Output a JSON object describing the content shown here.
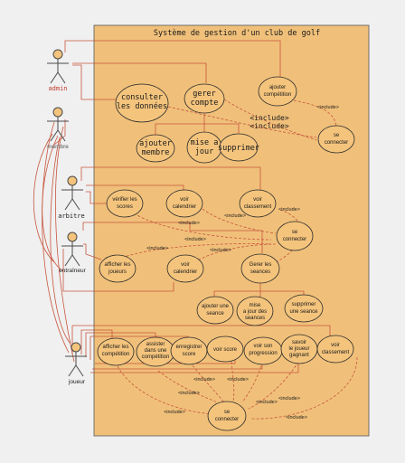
{
  "system": {
    "title": "Système de gestion d'un club de golf"
  },
  "actors": [
    {
      "id": "admin",
      "label": "admin",
      "color": "#c0392b"
    },
    {
      "id": "membre",
      "label": "membre",
      "color": "#555555"
    },
    {
      "id": "arbitre",
      "label": "arbitre",
      "color": "#1a1a1a"
    },
    {
      "id": "entraineur",
      "label": "entraîneur",
      "color": "#1a1a1a"
    },
    {
      "id": "joueur",
      "label": "joueur",
      "color": "#1a1a1a"
    }
  ],
  "use_cases": {
    "consulter_donnees": [
      "consulter",
      "les données"
    ],
    "gerer_compte": [
      "gerer",
      "compte"
    ],
    "ajouter_competition": [
      "ajouter",
      "compétition"
    ],
    "se_connecter_admin": [
      "se",
      "connecter"
    ],
    "ajouter_membre": [
      "ajouter",
      "membre"
    ],
    "mise_a_jour": [
      "mise a",
      "jour"
    ],
    "supprimer": [
      "supprimer"
    ],
    "verifier_scores": [
      "vérifier les",
      "scores"
    ],
    "voir_calendrier_arbitre": [
      "voir",
      "calendrier"
    ],
    "voir_classement_arbitre": [
      "voir",
      "classement"
    ],
    "se_connecter_mid": [
      "se",
      "connecter"
    ],
    "afficher_joueurs": [
      "afficher les",
      "joueurs"
    ],
    "voir_calendrier_entraineur": [
      "voir",
      "calendrier"
    ],
    "gerer_seances": [
      "Gerer les",
      "seances"
    ],
    "ajouter_seance": [
      "ajouter une",
      "seance"
    ],
    "maj_seances": [
      "mise",
      "a jour des",
      "seances"
    ],
    "supprimer_seance": [
      "supprimer",
      "une seance"
    ],
    "afficher_competition": [
      "afficher les",
      "compétition"
    ],
    "assister_competition": [
      "assister",
      "dans une",
      "compétition"
    ],
    "enregistrer_score": [
      "enregistrer",
      "score"
    ],
    "voir_score": [
      "voir score"
    ],
    "voir_progression": [
      "voir son",
      "progression"
    ],
    "savoir_gagnant": [
      "savoir",
      "le joueur",
      "gagnant"
    ],
    "voir_classement_joueur": [
      "voir",
      "classement"
    ],
    "se_connecter_bottom": [
      "se",
      "connecter"
    ]
  },
  "include_label": "<include>",
  "include_label_mono": "<include>"
}
